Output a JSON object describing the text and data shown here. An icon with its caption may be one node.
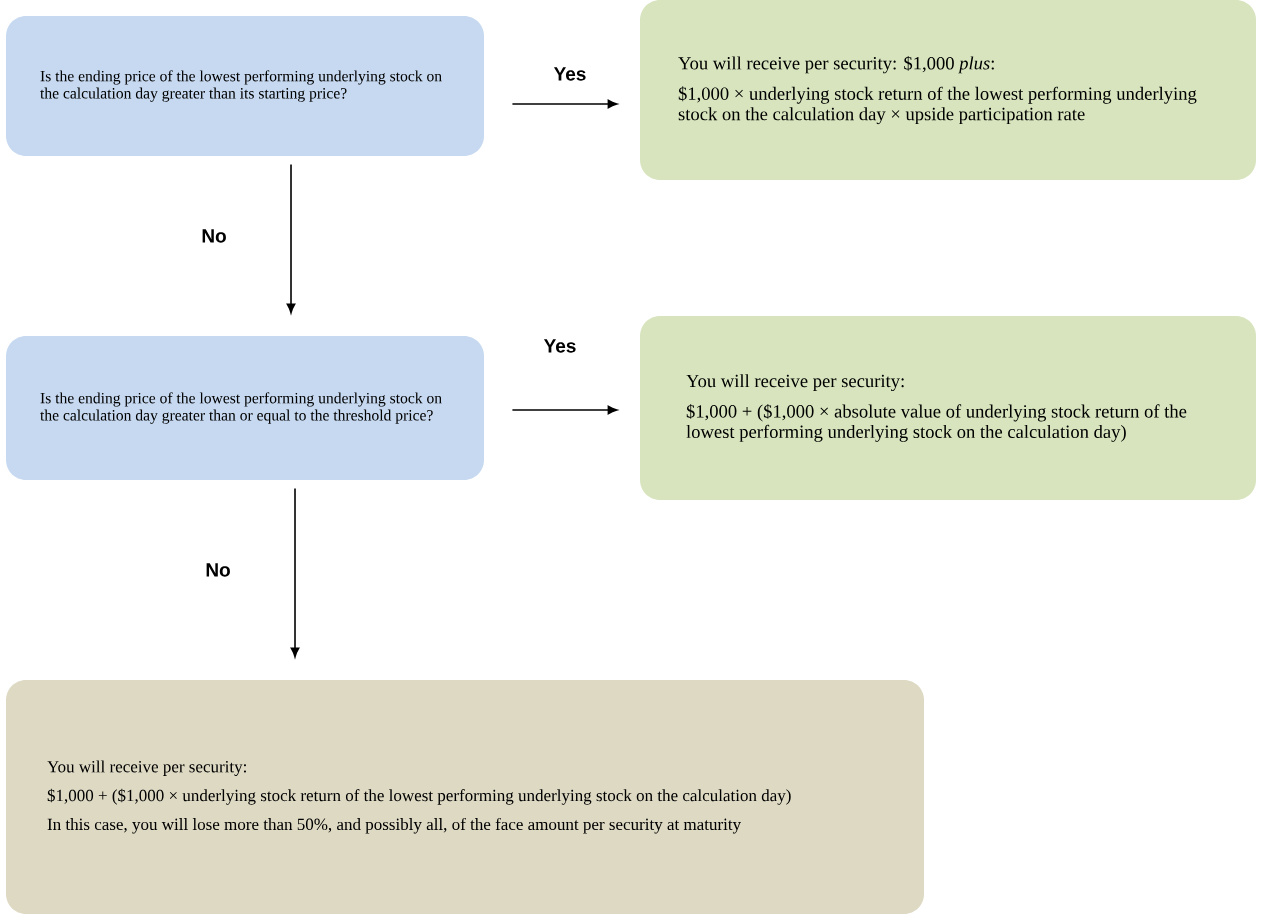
{
  "diagram": {
    "nodes": [
      {
        "text": [
          "Is the ending price of the lowest performing underlying stock on the calculation day greater than its starting price?"
        ]
      },
      {
        "text": [
          "You will receive per security: $1,000 *plus*:",
          "$1,000 × underlying stock return of the lowest performing underlying stock on the calculation day × upside participation rate"
        ]
      },
      {
        "text": [
          "Is the ending price of the lowest performing underlying stock on the calculation day greater than or equal to the threshold price?"
        ]
      },
      {
        "text": [
          "You will receive per security:",
          "$1,000 + ($1,000 × absolute value of underlying stock return of the lowest performing underlying stock on the calculation day)"
        ]
      },
      {
        "text": [
          "You will receive per security:",
          "$1,000 + ($1,000 × underlying stock return of the lowest performing underlying stock on the calculation day)",
          "In this case, you will lose more than 50%, and possibly all, of the face amount per security at maturity"
        ]
      }
    ],
    "edges": [
      {
        "from": 0,
        "to": 1,
        "arrow": "to",
        "label": "Yes"
      },
      {
        "from": 0,
        "to": 2,
        "arrow": "to",
        "label": "No"
      },
      {
        "from": 2,
        "to": 3,
        "arrow": "to",
        "label": "Yes"
      },
      {
        "from": 2,
        "to": 4,
        "arrow": "to",
        "label": "No"
      }
    ]
  }
}
